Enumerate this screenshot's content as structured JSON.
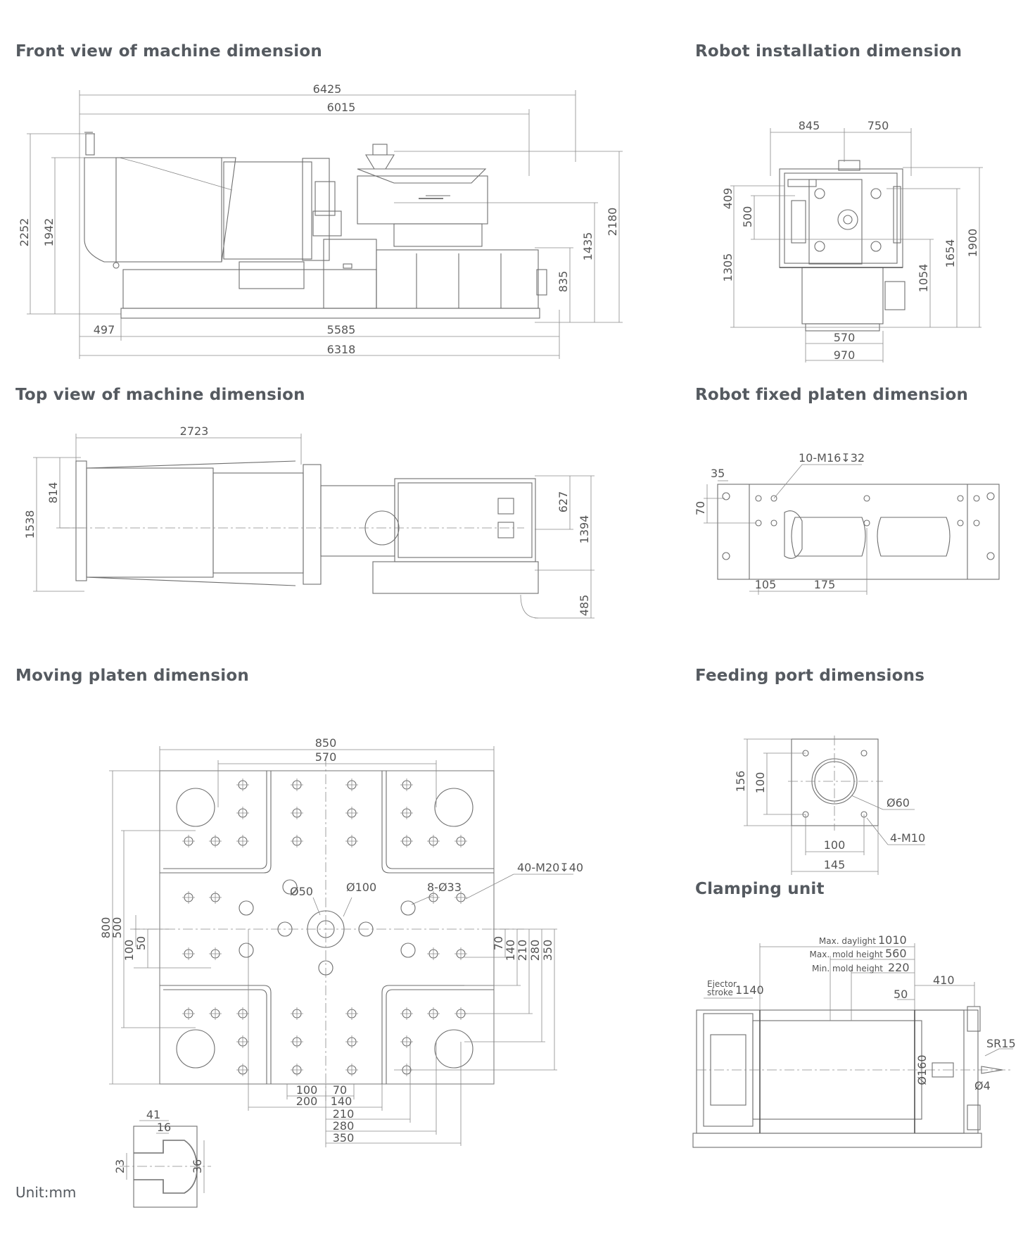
{
  "sections": {
    "front_view": "Front view of machine dimension",
    "robot_install": "Robot installation dimension",
    "top_view": "Top view of machine dimension",
    "robot_platen": "Robot fixed platen dimension",
    "moving_platen": "Moving platen dimension",
    "feeding_port": "Feeding port dimensions",
    "clamping_unit": "Clamping unit"
  },
  "unit": "Unit:mm",
  "front_view": {
    "overall_top": "6425",
    "second_top": "6015",
    "left_height": "2252",
    "left_height2": "1942",
    "h_2180": "2180",
    "h_1435": "1435",
    "h_835": "835",
    "bottom_497": "497",
    "bottom_5585": "5585",
    "bottom_6318": "6318"
  },
  "robot_install": {
    "w_845": "845",
    "w_750": "750",
    "h_409": "409",
    "h_500": "500",
    "h_1305": "1305",
    "h_1054": "1054",
    "h_1654": "1654",
    "h_1900": "1900",
    "w_570": "570",
    "w_970": "970"
  },
  "top_view": {
    "w_2723": "2723",
    "h_814": "814",
    "h_1538": "1538",
    "h_627": "627",
    "h_1394": "1394",
    "h_485": "485"
  },
  "robot_platen": {
    "thread": "10-M16↧32",
    "d_35": "35",
    "d_70": "70",
    "d_105": "105",
    "d_175": "175"
  },
  "moving_platen": {
    "w_850": "850",
    "w_570": "570",
    "h_800": "800",
    "h_500": "500",
    "h_100": "100",
    "h_50": "50",
    "r70": "70",
    "r140": "140",
    "r210": "210",
    "r280": "280",
    "r350": "350",
    "thread": "40-M20↧40",
    "holes": "8-Ø33",
    "d50": "Ø50",
    "d100": "Ø100",
    "b100": "100",
    "b70": "70",
    "b200": "200",
    "b140": "140",
    "b210": "210",
    "b280": "280",
    "b350": "350",
    "slot_41": "41",
    "slot_16": "16",
    "slot_23": "23",
    "slot_36": "36"
  },
  "feeding_port": {
    "h_156": "156",
    "h_100": "100",
    "d60": "Ø60",
    "thread": "4-M10",
    "w_100": "100",
    "w_145": "145"
  },
  "clamping_unit": {
    "max_daylight_label": "Max. daylight",
    "max_daylight": "1010",
    "max_mold_label": "Max. mold height",
    "max_mold": "560",
    "min_mold_label": "Min. mold height",
    "min_mold": "220",
    "ejector_label_1": "Ejector",
    "ejector_label_2": "stroke",
    "ejector": "1140",
    "d_410": "410",
    "d_50": "50",
    "sr": "SR15",
    "d160": "Ø160",
    "d4": "Ø4"
  }
}
